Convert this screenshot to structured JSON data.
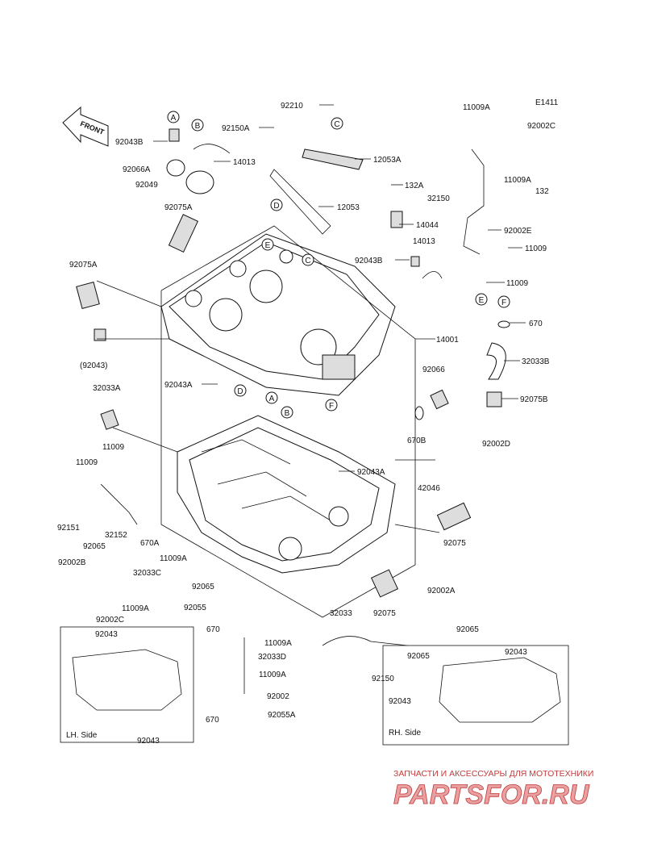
{
  "diagram_code": "E1411",
  "front_marker": "FRONT",
  "side_labels": {
    "left": "LH. Side",
    "right": "RH. Side"
  },
  "watermark": {
    "tagline": "ЗАПЧАСТИ И АКСЕССУАРЫ ДЛЯ МОТОТЕХНИКИ",
    "brand": "PARTSFOR.RU"
  },
  "ref_markers": {
    "A": "A",
    "B": "B",
    "C": "C",
    "D": "D",
    "E": "E",
    "F": "F"
  },
  "parts": {
    "p92210": "92210",
    "p92150A": "92150A",
    "p92043B": "92043B",
    "p14013_top": "14013",
    "p92066A": "92066A",
    "p92049": "92049",
    "p12053A": "12053A",
    "p12053": "12053",
    "p132A": "132A",
    "p14044": "14044",
    "p92075A_top": "92075A",
    "p11009A_top": "11009A",
    "p92002C_top": "92002C",
    "p11009A_mid": "11009A",
    "p32150": "32150",
    "p132": "132",
    "p92002E": "92002E",
    "p11009_r1": "11009",
    "p11009_r2": "11009",
    "p14013_mid": "14013",
    "p92043B_mid": "92043B",
    "p92075A_left": "92075A",
    "p14001": "14001",
    "p670_r": "670",
    "p32033B": "32033B",
    "p92043_paren": "(92043)",
    "p92075B": "92075B",
    "p92043A_mid": "92043A",
    "p92066": "92066",
    "p32033A": "32033A",
    "p670B": "670B",
    "p92002D": "92002D",
    "p11009_l1": "11009",
    "p11009_l2": "11009",
    "p92043A_low": "92043A",
    "p42046": "42046",
    "p92151": "92151",
    "p32152": "32152",
    "p92075": "92075",
    "p670A": "670A",
    "p92065_l": "92065",
    "p11009A_l": "11009A",
    "p92002B": "92002B",
    "p32033C": "32033C",
    "p92065_c": "92065",
    "p11009A_l2": "11009A",
    "p92055": "92055",
    "p92075_low": "92075",
    "p92002A": "92002A",
    "p92002C_low": "92002C",
    "p32033": "32033",
    "p92065_r1": "92065",
    "p92043_lh_top": "92043",
    "p670_c": "670",
    "p11009A_c": "11009A",
    "p92065_r2": "92065",
    "p32033D": "32033D",
    "p92043_rh_top": "92043",
    "p11009A_c2": "11009A",
    "p92150": "92150",
    "p92002": "92002",
    "p92043_rh_left": "92043",
    "p670_c2": "670",
    "p92055A": "92055A",
    "p92043_lh_bot": "92043"
  }
}
